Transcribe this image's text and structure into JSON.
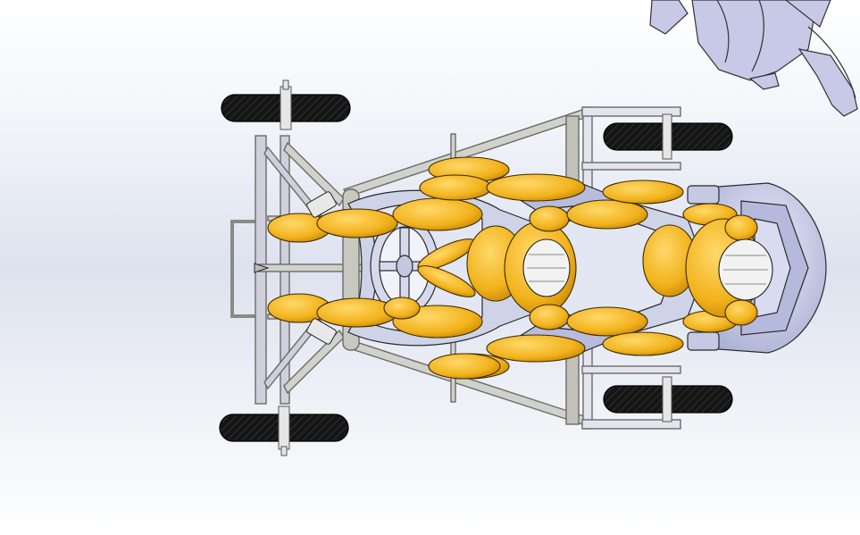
{
  "scene": {
    "view": "top",
    "background": {
      "top": "#ffffff",
      "middle": "#dde2ef",
      "bottom": "#ffffff"
    },
    "colors": {
      "mannequin": "#f2b21c",
      "mannequin_shade": "#d9930b",
      "frame": "#b8b8b0",
      "frame_edge": "#6b6b66",
      "tire": "#151515",
      "bodywork": "#c6c9e4",
      "seat": "#cfd3e8",
      "helmet": "#f2f2f2",
      "outline": "#1c1c1c"
    },
    "occupants": 2,
    "wheels": 4
  }
}
